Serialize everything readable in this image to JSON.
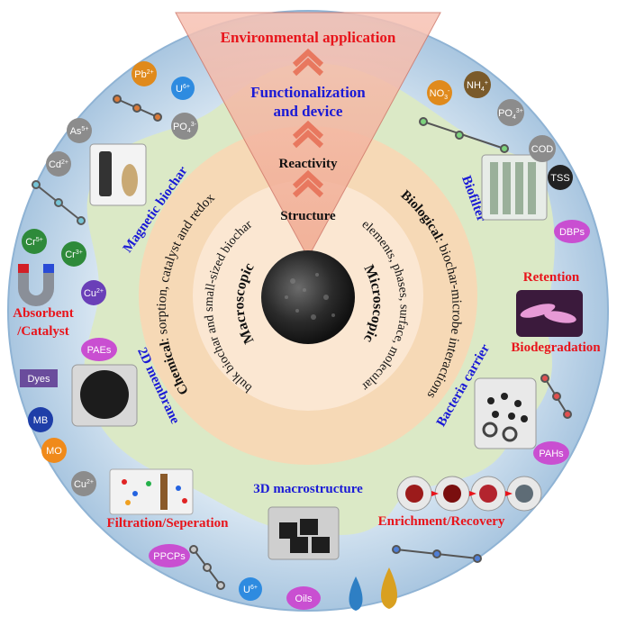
{
  "center": {
    "wedge": {
      "top": "Environmental application",
      "middle": "Functionalization\nand device",
      "reactivity": "Reactivity",
      "structure": "Structure"
    },
    "ring_text": {
      "microscopic_title": "Microscopic",
      "microscopic_body": "elements, phases, surface, molecular",
      "macroscopic_title": "Macroscopic",
      "macroscopic_body": "bulk biochar and small-sized biochar",
      "biological_title": "Biological",
      "biological_body": ": biochar-microbe interactions",
      "chemical_title": "Chemical",
      "chemical_body": ": sorption, catalyst and redox"
    }
  },
  "forms": {
    "magnetic": "Magnetic biochar",
    "membrane": "2D membrane",
    "macro3d": "3D macrostructure",
    "carrier": "Bacteria carrier",
    "biofilter": "Biofilter"
  },
  "applications": {
    "absorbent": "Absorbent\n/Catalyst",
    "filtration": "Filtration/Seperation",
    "enrichment": "Enrichment/Recovery",
    "retention": "Retention",
    "biodegradation": "Biodegradation"
  },
  "pollutants": {
    "pb": "Pb2+",
    "u_top": "U6+",
    "po4_left": "PO43-",
    "as": "As5+",
    "cd": "Cd2+",
    "cr5": "Cr5+",
    "cr3": "Cr3+",
    "cu_left": "Cu2+",
    "paes": "PAEs",
    "dyes": "Dyes",
    "mb": "MB",
    "mo": "MO",
    "cu_bottom": "Cu2+",
    "ppcps": "PPCPs",
    "u_bottom": "U6+",
    "oils": "Oils",
    "no3": "NO3-",
    "nh4": "NH4+",
    "po4_right": "PO43-",
    "cod": "COD",
    "tss": "TSS",
    "dbps": "DBPs",
    "pahs": "PAHs"
  },
  "colors": {
    "outer_ring": "#cfe0ef",
    "green_band": "#dbe9c6",
    "peach_ring": "#f6d9b6",
    "wedge": "#f2b9a8",
    "title_red": "#e8141b",
    "title_blue": "#1a1ad6"
  }
}
